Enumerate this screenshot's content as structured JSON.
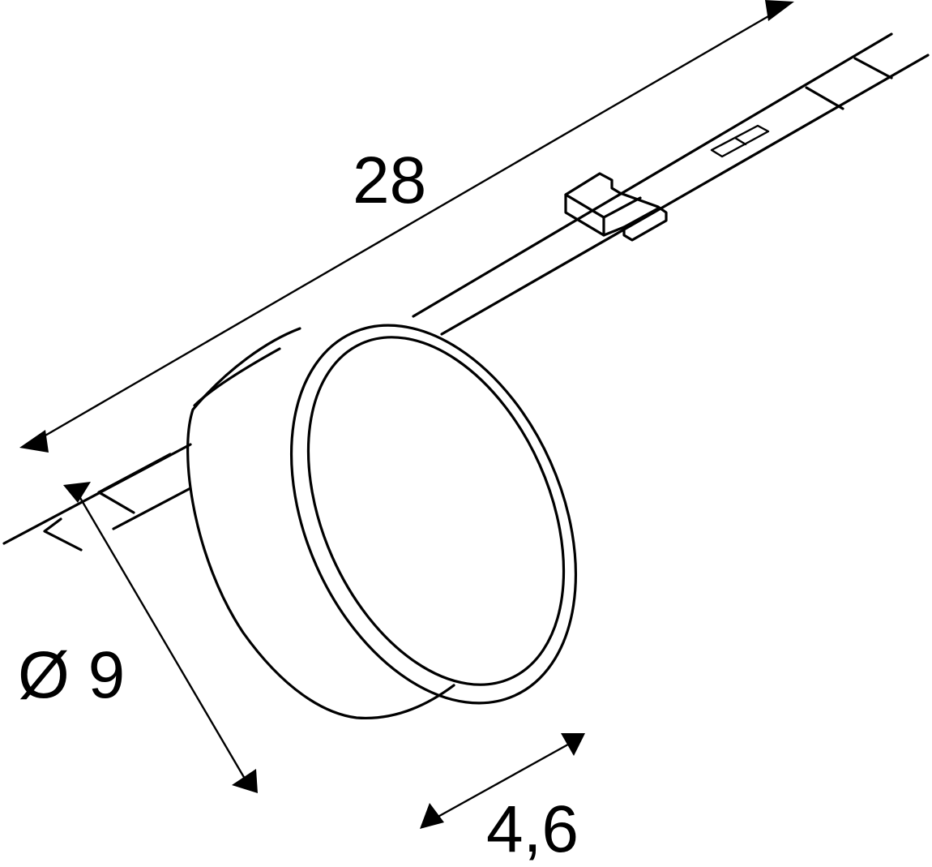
{
  "dimensions": {
    "length_label": "28",
    "diameter_label": "Ø 9",
    "depth_label": "4,6"
  },
  "colors": {
    "line": "#000000",
    "background": "#ffffff"
  }
}
